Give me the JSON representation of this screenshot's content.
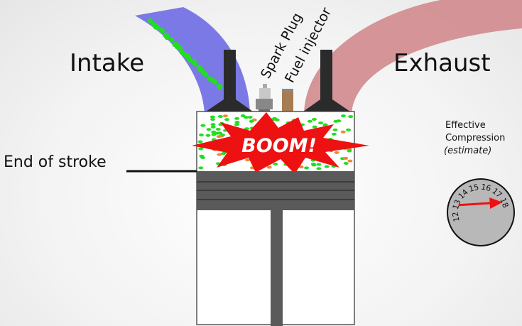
{
  "labels": {
    "intake": "Intake",
    "exhaust": "Exhaust",
    "spark_plug": "Spark Plug",
    "fuel_injector": "Fuel injector",
    "end_of_stroke": "End of stroke",
    "boom": "BOOM!"
  },
  "gauge": {
    "title_line1": "Effective",
    "title_line2": "Compression",
    "subtitle": "(estimate)",
    "ticks": [
      "12",
      "13",
      "14",
      "15",
      "16",
      "17",
      "18"
    ],
    "needle_value": 17.8
  },
  "colors": {
    "intake": "#7b79e6",
    "exhaust": "#d08a8e",
    "fuel_dot": "#22dd22",
    "exhaust_dot": "#ee8833",
    "boom": "#ee1111",
    "piston": "#5a5a5a",
    "needle": "#ee1111"
  }
}
